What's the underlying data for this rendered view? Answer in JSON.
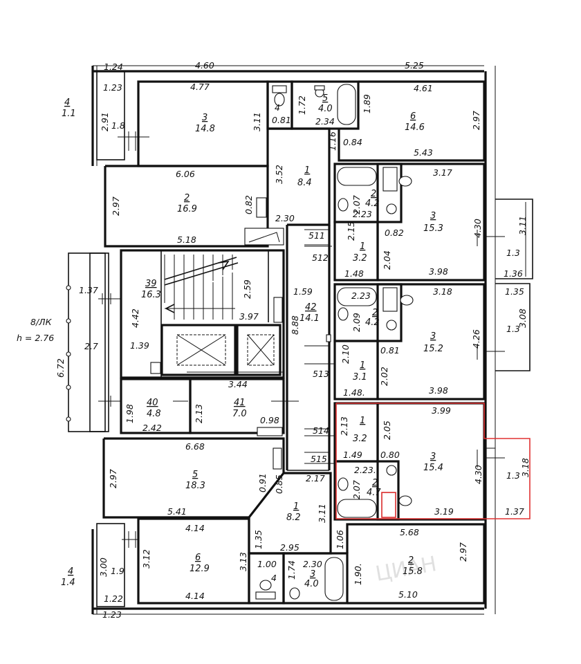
{
  "labels": [
    {
      "id": "top-a",
      "t": "1.24"
    },
    {
      "id": "top-b",
      "t": "4.60"
    },
    {
      "id": "top-c",
      "t": "5.25"
    },
    {
      "id": "r-tl-w",
      "t": "4.77"
    },
    {
      "id": "r-tl-n",
      "t": "3"
    },
    {
      "id": "r-tl-a",
      "t": "14.8"
    },
    {
      "id": "r-tl-h",
      "t": "3.11"
    },
    {
      "id": "bal-tl-a",
      "t": "1.23"
    },
    {
      "id": "bal-tl-b",
      "t": "2.91"
    },
    {
      "id": "bal-tl-c",
      "t": "1.8"
    },
    {
      "id": "side-tl-n",
      "t": "4"
    },
    {
      "id": "side-tl-a",
      "t": "1.1"
    },
    {
      "id": "wc-t-n",
      "t": "4"
    },
    {
      "id": "wc-t-a",
      "t": "0.81"
    },
    {
      "id": "wc-t-b",
      "t": "1.72"
    },
    {
      "id": "bath-t-n",
      "t": "5"
    },
    {
      "id": "bath-t-a",
      "t": "4.0"
    },
    {
      "id": "bath-t-b",
      "t": "2.34"
    },
    {
      "id": "bath-t-c",
      "t": "1.89"
    },
    {
      "id": "r-tr-w",
      "t": "4.61"
    },
    {
      "id": "r-tr-n",
      "t": "6"
    },
    {
      "id": "r-tr-a",
      "t": "14.6"
    },
    {
      "id": "r-tr-h",
      "t": "2.97"
    },
    {
      "id": "r-tr-b",
      "t": "5.43"
    },
    {
      "id": "c116",
      "t": "1.16"
    },
    {
      "id": "c084",
      "t": "0.84"
    },
    {
      "id": "hall-t-n",
      "t": "1"
    },
    {
      "id": "hall-t-a",
      "t": "8.4"
    },
    {
      "id": "hall-t-h",
      "t": "3.52"
    },
    {
      "id": "hall-t-w",
      "t": "2.30"
    },
    {
      "id": "r2-w",
      "t": "6.06"
    },
    {
      "id": "r2-n",
      "t": "2"
    },
    {
      "id": "r2-a",
      "t": "16.9"
    },
    {
      "id": "r2-h",
      "t": "2.97"
    },
    {
      "id": "r2-d",
      "t": "0.82"
    },
    {
      "id": "r2-b",
      "t": "5.18"
    },
    {
      "id": "sec511",
      "t": "511"
    },
    {
      "id": "sec512",
      "t": "512"
    },
    {
      "id": "sec513",
      "t": "513"
    },
    {
      "id": "sec514",
      "t": "514"
    },
    {
      "id": "sec515",
      "t": "515"
    },
    {
      "id": "ua-w",
      "t": "3.17"
    },
    {
      "id": "ua-bn",
      "t": "2"
    },
    {
      "id": "ua-ba",
      "t": "4.2"
    },
    {
      "id": "ua-bh",
      "t": "2.07"
    },
    {
      "id": "ua-bw",
      "t": "2.23"
    },
    {
      "id": "ua-kn",
      "t": "1"
    },
    {
      "id": "ua-ka",
      "t": "3.2"
    },
    {
      "id": "ua-kh",
      "t": "2.15"
    },
    {
      "id": "ua-k2",
      "t": "2.04"
    },
    {
      "id": "ua-kw",
      "t": "1.48"
    },
    {
      "id": "ua-082",
      "t": "0.82"
    },
    {
      "id": "ua-rn",
      "t": "3"
    },
    {
      "id": "ua-ra",
      "t": "15.3"
    },
    {
      "id": "ua-rh",
      "t": "4.30"
    },
    {
      "id": "ua-rb",
      "t": "3.98"
    },
    {
      "id": "bal-ua-a",
      "t": "3.11"
    },
    {
      "id": "bal-ua-b",
      "t": "1.3"
    },
    {
      "id": "bal-ua-c",
      "t": "1.36"
    },
    {
      "id": "ub-w",
      "t": "3.18"
    },
    {
      "id": "ub-bw",
      "t": "2.23"
    },
    {
      "id": "ub-bn",
      "t": "2"
    },
    {
      "id": "ub-ba",
      "t": "4.2"
    },
    {
      "id": "ub-bh",
      "t": "2.09"
    },
    {
      "id": "ub-kn",
      "t": "1"
    },
    {
      "id": "ub-ka",
      "t": "3.1"
    },
    {
      "id": "ub-kh",
      "t": "2.10"
    },
    {
      "id": "ub-k2",
      "t": "2.02"
    },
    {
      "id": "ub-kw",
      "t": "1.48."
    },
    {
      "id": "ub-081",
      "t": "0.81"
    },
    {
      "id": "ub-rn",
      "t": "3"
    },
    {
      "id": "ub-ra",
      "t": "15.2"
    },
    {
      "id": "ub-rh",
      "t": "4.26"
    },
    {
      "id": "ub-rb",
      "t": "3.98"
    },
    {
      "id": "bal-ub-a",
      "t": "1.35"
    },
    {
      "id": "bal-ub-b",
      "t": "3.08"
    },
    {
      "id": "bal-ub-c",
      "t": "1.3"
    },
    {
      "id": "st-n",
      "t": "39"
    },
    {
      "id": "st-a",
      "t": "16.3"
    },
    {
      "id": "st-h",
      "t": "4.42"
    },
    {
      "id": "st-w",
      "t": "3.97"
    },
    {
      "id": "st-259",
      "t": "2.59"
    },
    {
      "id": "st-139",
      "t": "1.39"
    },
    {
      "id": "c159",
      "t": "1.59"
    },
    {
      "id": "cor-n",
      "t": "42"
    },
    {
      "id": "cor-a",
      "t": "14.1"
    },
    {
      "id": "cor-h",
      "t": "8.88"
    },
    {
      "id": "loggia-n",
      "t": "8/ЛК"
    },
    {
      "id": "loggia-h",
      "t": "h = 2.76"
    },
    {
      "id": "lg-137",
      "t": "1.37"
    },
    {
      "id": "lg-27",
      "t": "2.7"
    },
    {
      "id": "lg-672",
      "t": "6.72"
    },
    {
      "id": "c344",
      "t": "3.44"
    },
    {
      "id": "r40-n",
      "t": "40"
    },
    {
      "id": "r40-a",
      "t": "4.8"
    },
    {
      "id": "r40-h",
      "t": "1.98"
    },
    {
      "id": "r40-w",
      "t": "2.42"
    },
    {
      "id": "r40-213",
      "t": "2.13"
    },
    {
      "id": "r41-n",
      "t": "41"
    },
    {
      "id": "r41-a",
      "t": "7.0"
    },
    {
      "id": "r41-w",
      "t": "0.98"
    },
    {
      "id": "uc-w",
      "t": "3.99"
    },
    {
      "id": "uc-kn",
      "t": "1"
    },
    {
      "id": "uc-ka",
      "t": "3.2"
    },
    {
      "id": "uc-kh",
      "t": "2.13"
    },
    {
      "id": "uc-k2",
      "t": "2.05"
    },
    {
      "id": "uc-kw",
      "t": "1.49"
    },
    {
      "id": "uc-080",
      "t": "0.80"
    },
    {
      "id": "uc-rn",
      "t": "3"
    },
    {
      "id": "uc-ra",
      "t": "15.4"
    },
    {
      "id": "uc-rh",
      "t": "4.30"
    },
    {
      "id": "uc-rb",
      "t": "3.19"
    },
    {
      "id": "uc-bw",
      "t": "2.23."
    },
    {
      "id": "uc-bn",
      "t": "2"
    },
    {
      "id": "uc-ba",
      "t": "4.7"
    },
    {
      "id": "uc-bh",
      "t": "2.07"
    },
    {
      "id": "bal-uc-a",
      "t": "3.18"
    },
    {
      "id": "bal-uc-b",
      "t": "1.3"
    },
    {
      "id": "bal-uc-c",
      "t": "1.37"
    },
    {
      "id": "r5-w",
      "t": "6.68"
    },
    {
      "id": "r5-n",
      "t": "5"
    },
    {
      "id": "r5-a",
      "t": "18.3"
    },
    {
      "id": "r5-h",
      "t": "2.97"
    },
    {
      "id": "r5-b",
      "t": "5.41"
    },
    {
      "id": "r5-091",
      "t": "0.91"
    },
    {
      "id": "hb-085",
      "t": "0.85"
    },
    {
      "id": "hb-217",
      "t": "2.17"
    },
    {
      "id": "hb-n",
      "t": "1"
    },
    {
      "id": "hb-a",
      "t": "8.2"
    },
    {
      "id": "hb-h",
      "t": "3.11"
    },
    {
      "id": "hb-w",
      "t": "2.95"
    },
    {
      "id": "hb-135",
      "t": "1.35"
    },
    {
      "id": "r6b-w",
      "t": "4.14"
    },
    {
      "id": "r6b-n",
      "t": "6"
    },
    {
      "id": "r6b-a",
      "t": "12.9"
    },
    {
      "id": "r6b-h",
      "t": "3.12"
    },
    {
      "id": "r6b-h2",
      "t": "3.13"
    },
    {
      "id": "r6b-b",
      "t": "4.14"
    },
    {
      "id": "bal-bl-a",
      "t": "3.00"
    },
    {
      "id": "bal-bl-b",
      "t": "1.9"
    },
    {
      "id": "bal-bl-c",
      "t": "1.22"
    },
    {
      "id": "side-bl-n",
      "t": "4"
    },
    {
      "id": "side-bl-a",
      "t": "1.4"
    },
    {
      "id": "wc-b-a",
      "t": "1.00"
    },
    {
      "id": "wc-b-n",
      "t": "4"
    },
    {
      "id": "wc-b-174",
      "t": "1.74"
    },
    {
      "id": "bath-b-w",
      "t": "2.30"
    },
    {
      "id": "bath-b-n",
      "t": "3"
    },
    {
      "id": "bath-b-a",
      "t": "4.0"
    },
    {
      "id": "r2b-106",
      "t": "1.06"
    },
    {
      "id": "r2b-w",
      "t": "5.68"
    },
    {
      "id": "r2b-n",
      "t": "2"
    },
    {
      "id": "r2b-a",
      "t": "15.8"
    },
    {
      "id": "r2b-h",
      "t": "2.97"
    },
    {
      "id": "r2b-190",
      "t": "1.90."
    },
    {
      "id": "r2b-b",
      "t": "5.10"
    },
    {
      "id": "bot-a",
      "t": "1.23"
    }
  ]
}
